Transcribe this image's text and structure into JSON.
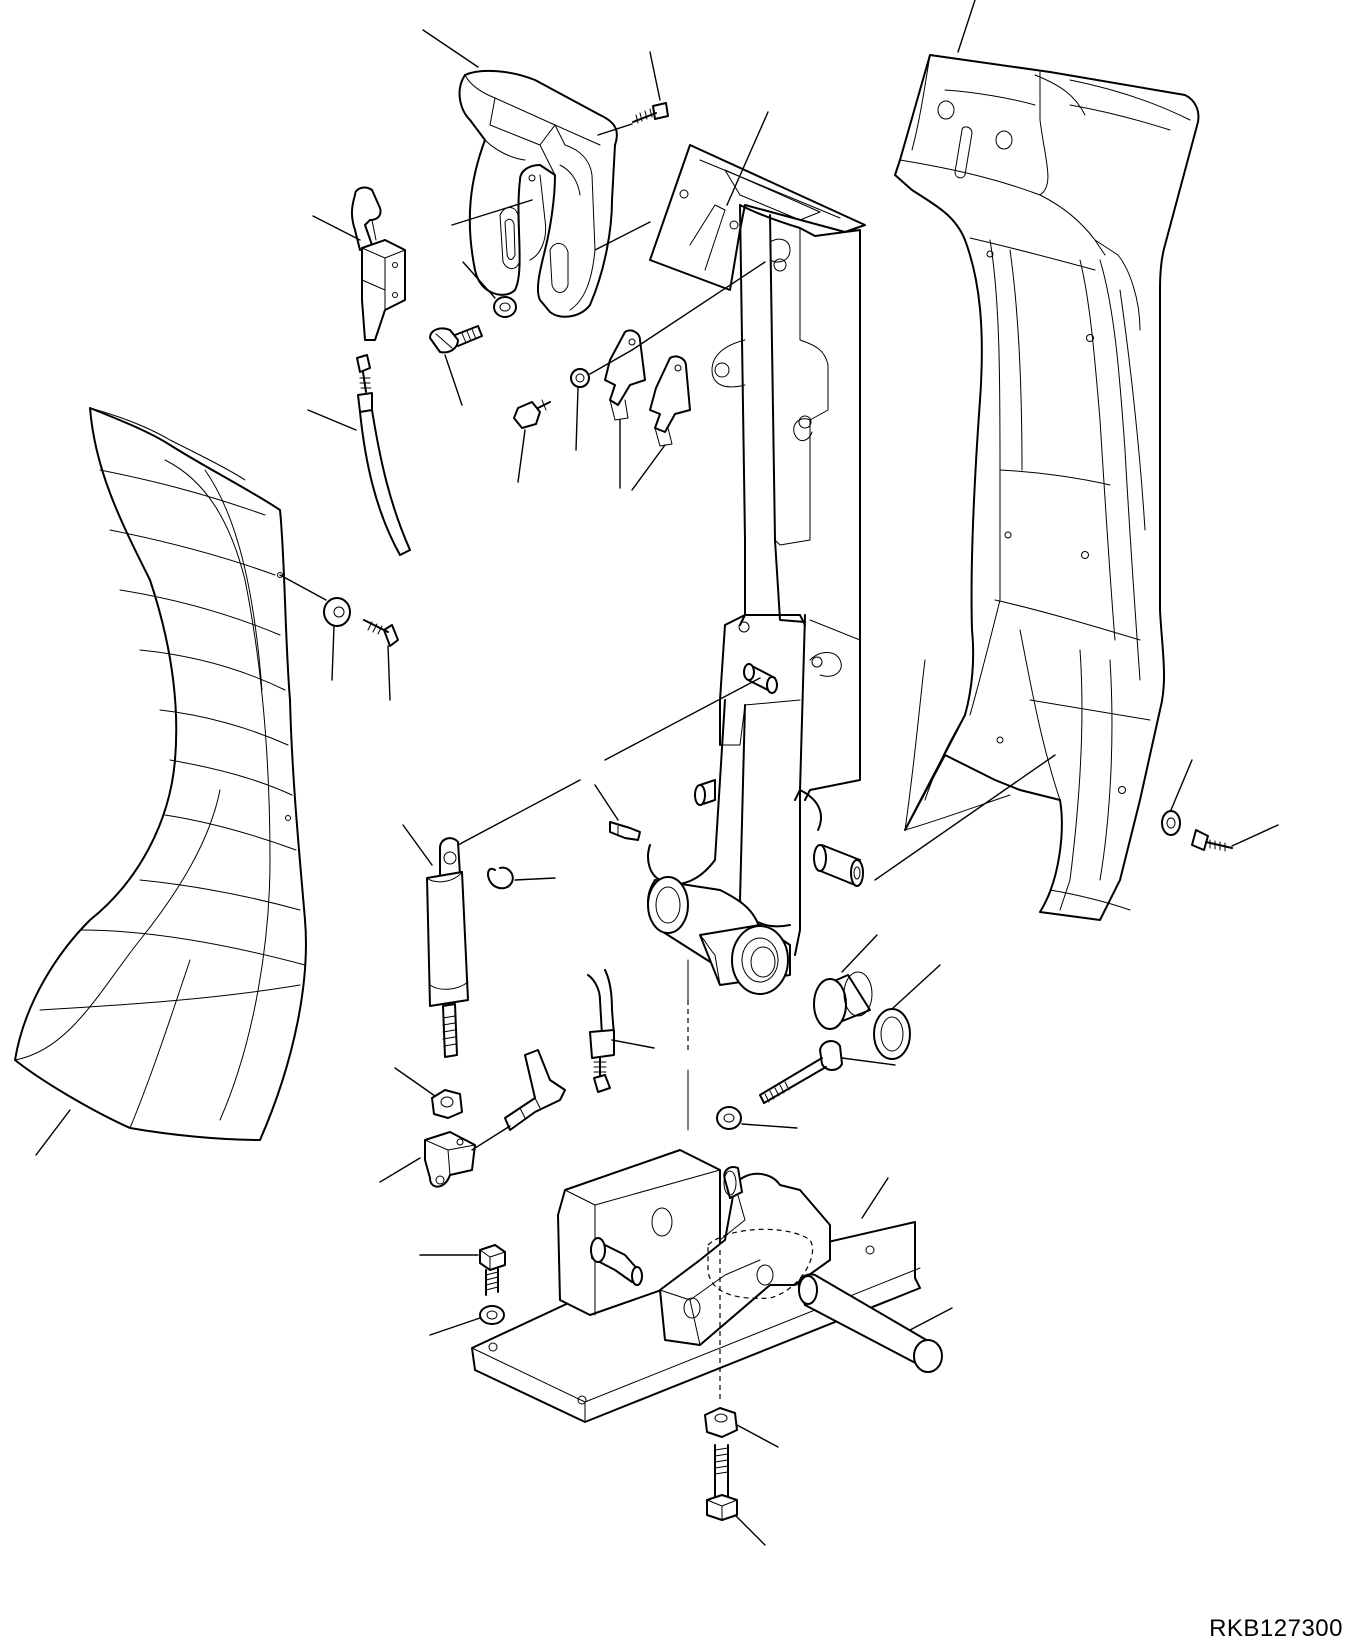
{
  "drawing": {
    "code": "RKB127300",
    "parts": [
      {
        "id": "handle-grip",
        "icon": "handle-grip-icon"
      },
      {
        "id": "lever-switch",
        "icon": "lever-switch-icon"
      },
      {
        "id": "upper-bracket",
        "icon": "bracket-icon"
      },
      {
        "id": "right-cover",
        "icon": "cover-icon"
      },
      {
        "id": "left-cover",
        "icon": "cover-icon"
      },
      {
        "id": "console-frame",
        "icon": "frame-icon"
      },
      {
        "id": "gas-spring",
        "icon": "gas-spring-icon"
      },
      {
        "id": "control-cable",
        "icon": "cable-icon"
      },
      {
        "id": "base-plate",
        "icon": "base-plate-icon"
      },
      {
        "id": "pivot-shaft",
        "icon": "shaft-icon"
      },
      {
        "id": "bushing",
        "icon": "bushing-icon"
      },
      {
        "id": "washer",
        "icon": "washer-icon"
      },
      {
        "id": "bolt",
        "icon": "bolt-icon"
      },
      {
        "id": "nut",
        "icon": "nut-icon"
      },
      {
        "id": "screw",
        "icon": "screw-icon"
      },
      {
        "id": "clip",
        "icon": "clip-icon"
      },
      {
        "id": "snap-ring",
        "icon": "snap-ring-icon"
      }
    ]
  }
}
